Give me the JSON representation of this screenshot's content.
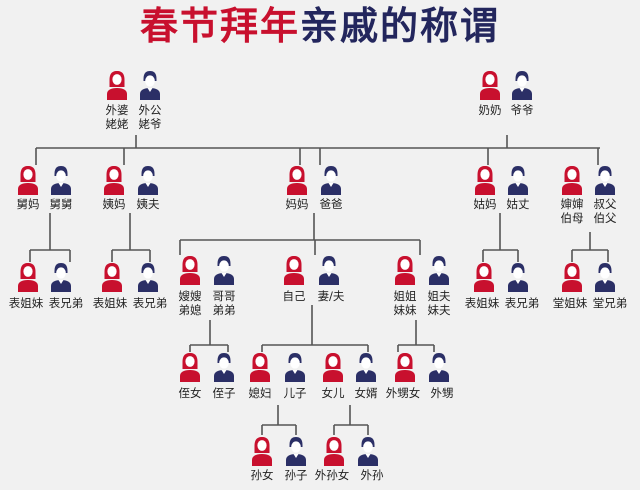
{
  "title": {
    "part1": "春节拜年",
    "part2": "亲戚的称谓"
  },
  "colors": {
    "female": "#c8102e",
    "male": "#2b2f66",
    "line": "#555555"
  },
  "icons": {
    "female": "woman-icon",
    "male": "man-icon"
  },
  "nodes": [
    {
      "id": "waipo",
      "gender": "female",
      "label": [
        "外婆",
        "姥姥"
      ]
    },
    {
      "id": "waigong",
      "gender": "male",
      "label": [
        "外公",
        "姥爷"
      ]
    },
    {
      "id": "nainai",
      "gender": "female",
      "label": [
        "奶奶"
      ]
    },
    {
      "id": "yeye",
      "gender": "male",
      "label": [
        "爷爷"
      ]
    },
    {
      "id": "jiuma",
      "gender": "female",
      "label": [
        "舅妈"
      ]
    },
    {
      "id": "jiujiu",
      "gender": "male",
      "label": [
        "舅舅"
      ]
    },
    {
      "id": "yima",
      "gender": "female",
      "label": [
        "姨妈"
      ]
    },
    {
      "id": "yifu",
      "gender": "male",
      "label": [
        "姨夫"
      ]
    },
    {
      "id": "mama",
      "gender": "female",
      "label": [
        "妈妈"
      ]
    },
    {
      "id": "baba",
      "gender": "male",
      "label": [
        "爸爸"
      ]
    },
    {
      "id": "guma",
      "gender": "female",
      "label": [
        "姑妈"
      ]
    },
    {
      "id": "guzhang",
      "gender": "male",
      "label": [
        "姑丈"
      ]
    },
    {
      "id": "shenshen",
      "gender": "female",
      "label": [
        "婶婶",
        "伯母"
      ]
    },
    {
      "id": "shufu",
      "gender": "male",
      "label": [
        "叔父",
        "伯父"
      ]
    },
    {
      "id": "bjm1",
      "gender": "female",
      "label": [
        "表姐妹"
      ]
    },
    {
      "id": "bxd1",
      "gender": "male",
      "label": [
        "表兄弟"
      ]
    },
    {
      "id": "bjm2",
      "gender": "female",
      "label": [
        "表姐妹"
      ]
    },
    {
      "id": "bxd2",
      "gender": "male",
      "label": [
        "表兄弟"
      ]
    },
    {
      "id": "saosao",
      "gender": "female",
      "label": [
        "嫂嫂",
        "弟媳"
      ]
    },
    {
      "id": "gege",
      "gender": "male",
      "label": [
        "哥哥",
        "弟弟"
      ]
    },
    {
      "id": "ziji",
      "gender": "female",
      "label": [
        "自己"
      ]
    },
    {
      "id": "qifu",
      "gender": "male",
      "label": [
        "妻/夫"
      ]
    },
    {
      "id": "jiejie",
      "gender": "female",
      "label": [
        "姐姐",
        "妹妹"
      ]
    },
    {
      "id": "jiefu",
      "gender": "male",
      "label": [
        "姐夫",
        "妹夫"
      ]
    },
    {
      "id": "bjm3",
      "gender": "female",
      "label": [
        "表姐妹"
      ]
    },
    {
      "id": "bxd3",
      "gender": "male",
      "label": [
        "表兄弟"
      ]
    },
    {
      "id": "tjm",
      "gender": "female",
      "label": [
        "堂姐妹"
      ]
    },
    {
      "id": "txd",
      "gender": "male",
      "label": [
        "堂兄弟"
      ]
    },
    {
      "id": "zhinv",
      "gender": "female",
      "label": [
        "侄女"
      ]
    },
    {
      "id": "zhizi",
      "gender": "male",
      "label": [
        "侄子"
      ]
    },
    {
      "id": "xifu",
      "gender": "female",
      "label": [
        "媳妇"
      ]
    },
    {
      "id": "erzi",
      "gender": "male",
      "label": [
        "儿子"
      ]
    },
    {
      "id": "nver",
      "gender": "female",
      "label": [
        "女儿"
      ]
    },
    {
      "id": "nvxu",
      "gender": "male",
      "label": [
        "女婿"
      ]
    },
    {
      "id": "wsn",
      "gender": "female",
      "label": [
        "外甥女"
      ]
    },
    {
      "id": "ws",
      "gender": "male",
      "label": [
        "外甥"
      ]
    },
    {
      "id": "sunnv",
      "gender": "female",
      "label": [
        "孙女"
      ]
    },
    {
      "id": "sunzi",
      "gender": "male",
      "label": [
        "孙子"
      ]
    },
    {
      "id": "wsunnv",
      "gender": "female",
      "label": [
        "外孙女"
      ]
    },
    {
      "id": "wsun",
      "gender": "male",
      "label": [
        "外孙"
      ]
    }
  ]
}
